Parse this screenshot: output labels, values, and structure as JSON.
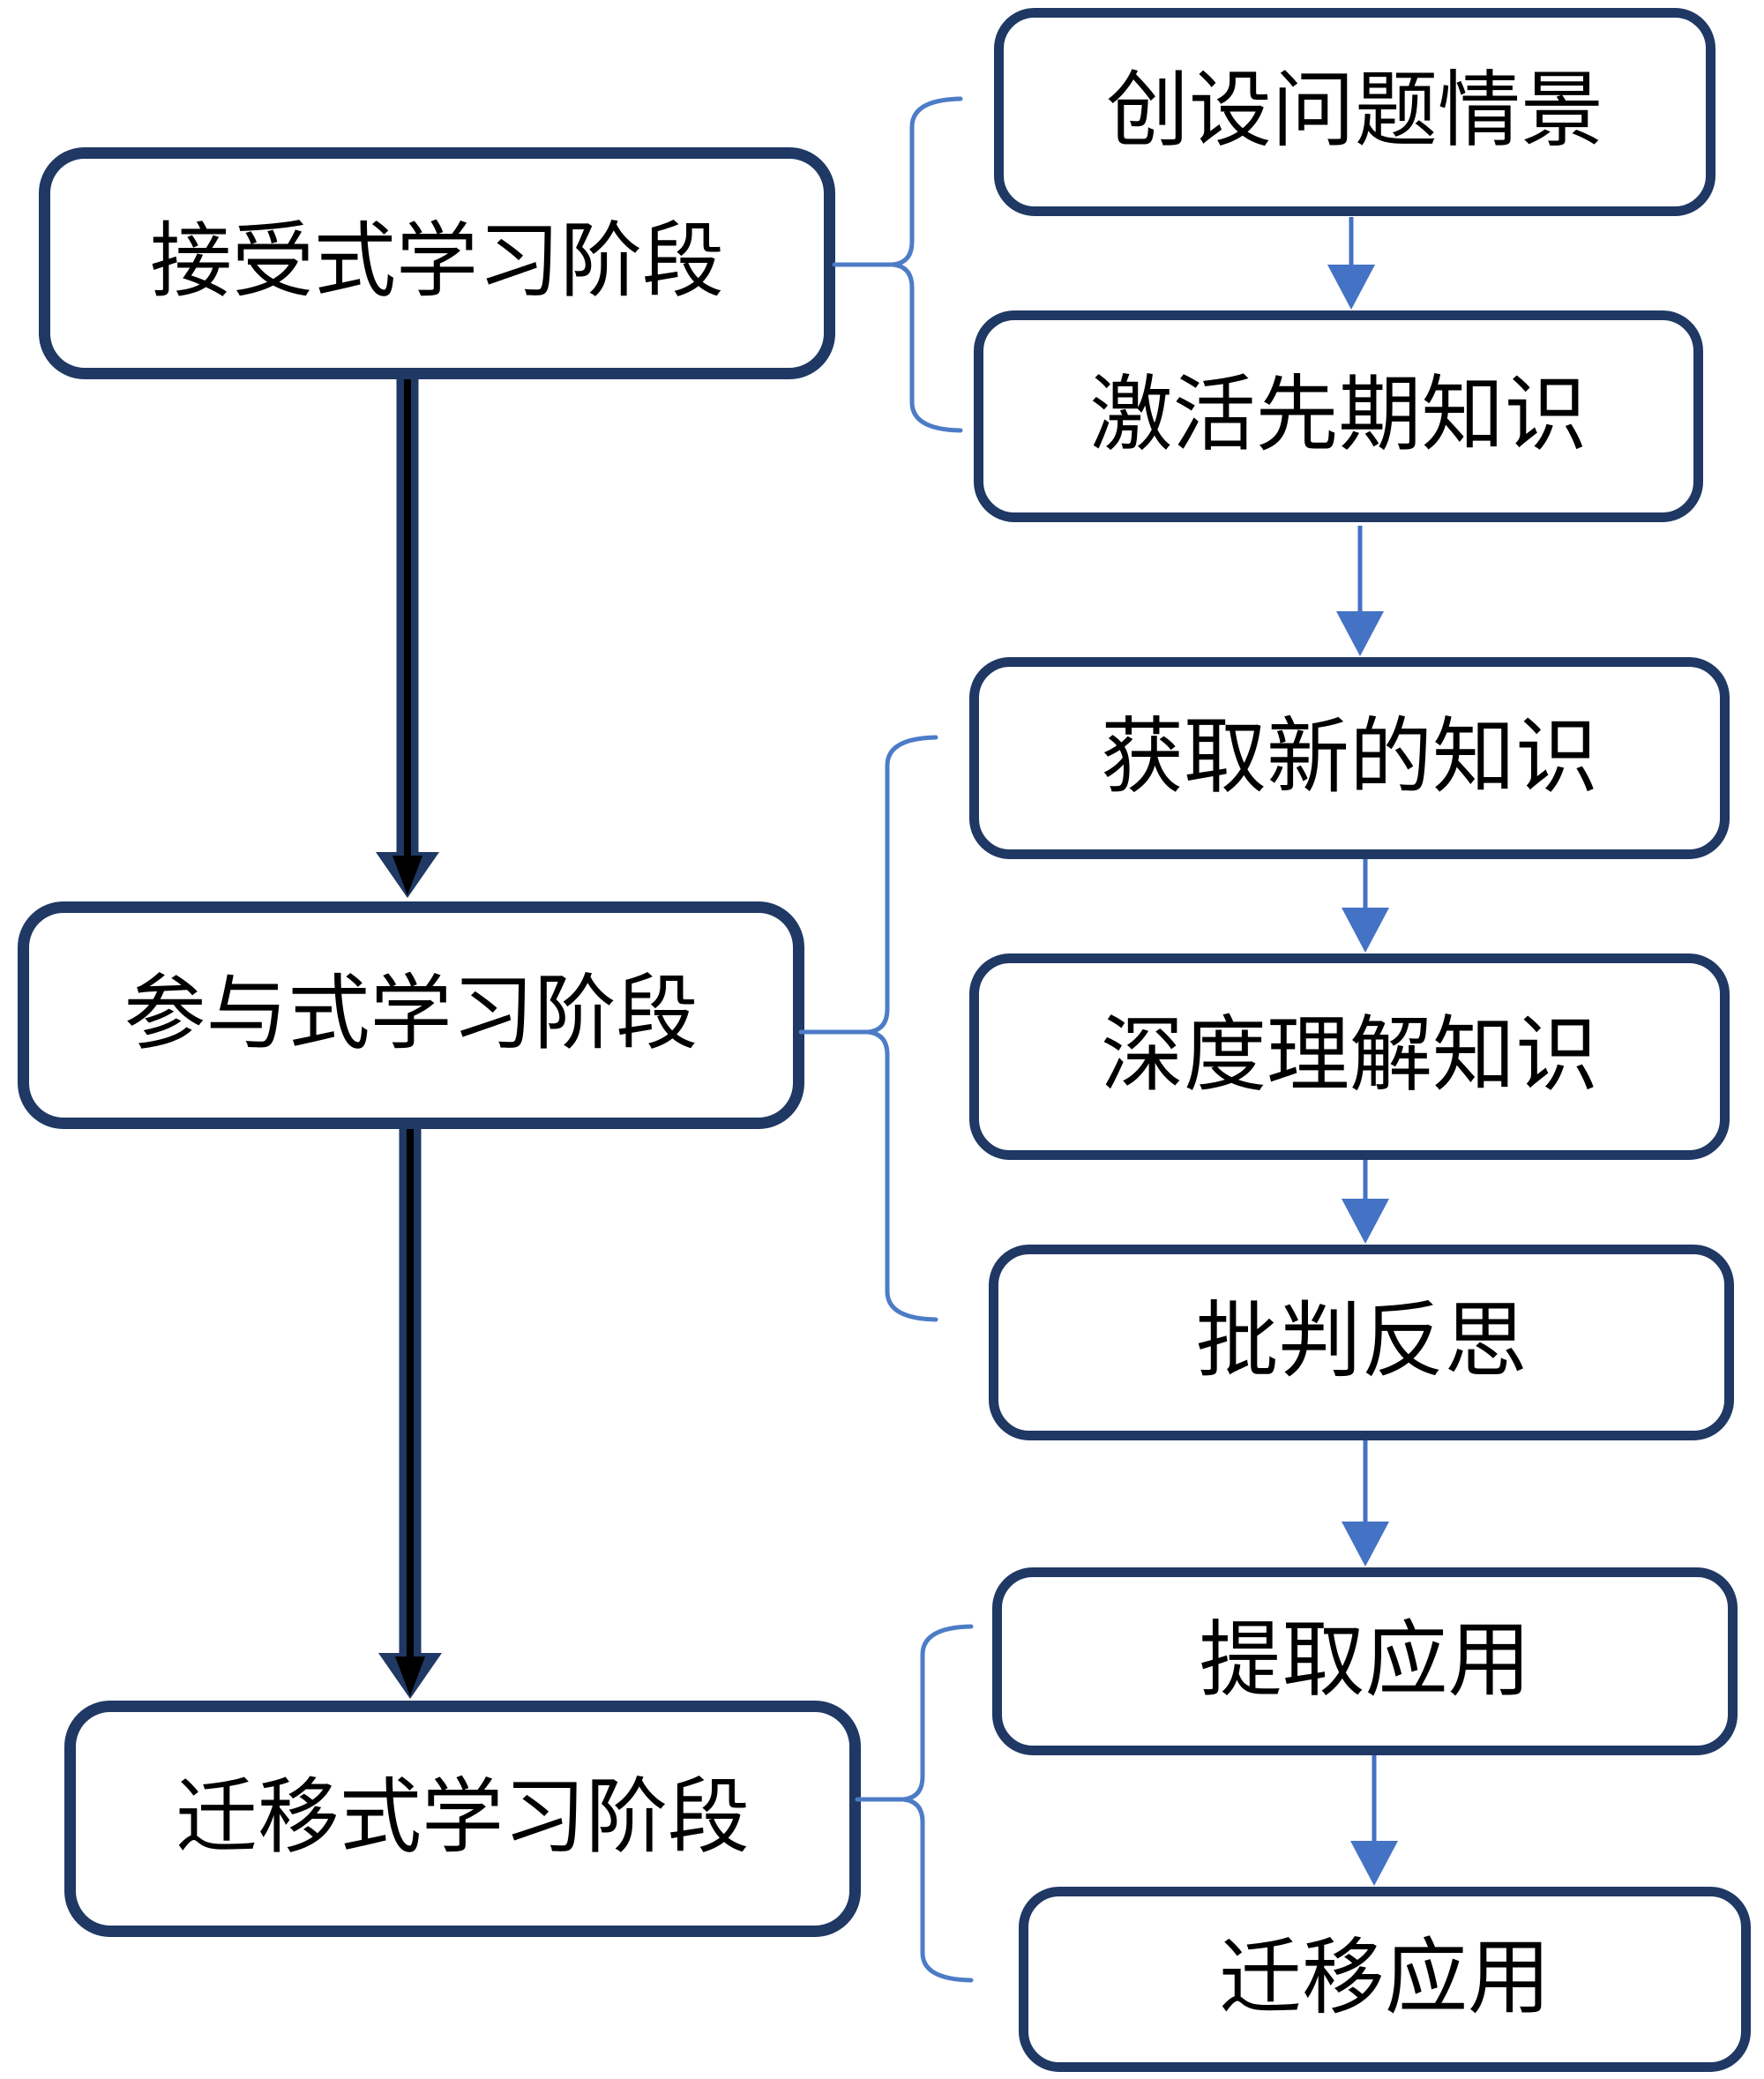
{
  "diagram": {
    "type": "flowchart",
    "background": "#ffffff"
  },
  "colors": {
    "box_border": "#1F3864",
    "box_fill": "#ffffff",
    "text": "#000000",
    "step_arrow": "#4472C4",
    "brace": "#4d7cc7",
    "stage_arrow_outline": "#1F3864",
    "stage_arrow_core": "#000000"
  },
  "stages": [
    {
      "label": "接受式学习阶段",
      "steps": [
        "创设问题情景",
        "激活先期知识"
      ]
    },
    {
      "label": "参与式学习阶段",
      "steps": [
        "获取新的知识",
        "深度理解知识",
        "批判反思"
      ]
    },
    {
      "label": "迁移式学习阶段",
      "steps": [
        "提取应用",
        "迁移应用"
      ]
    }
  ]
}
